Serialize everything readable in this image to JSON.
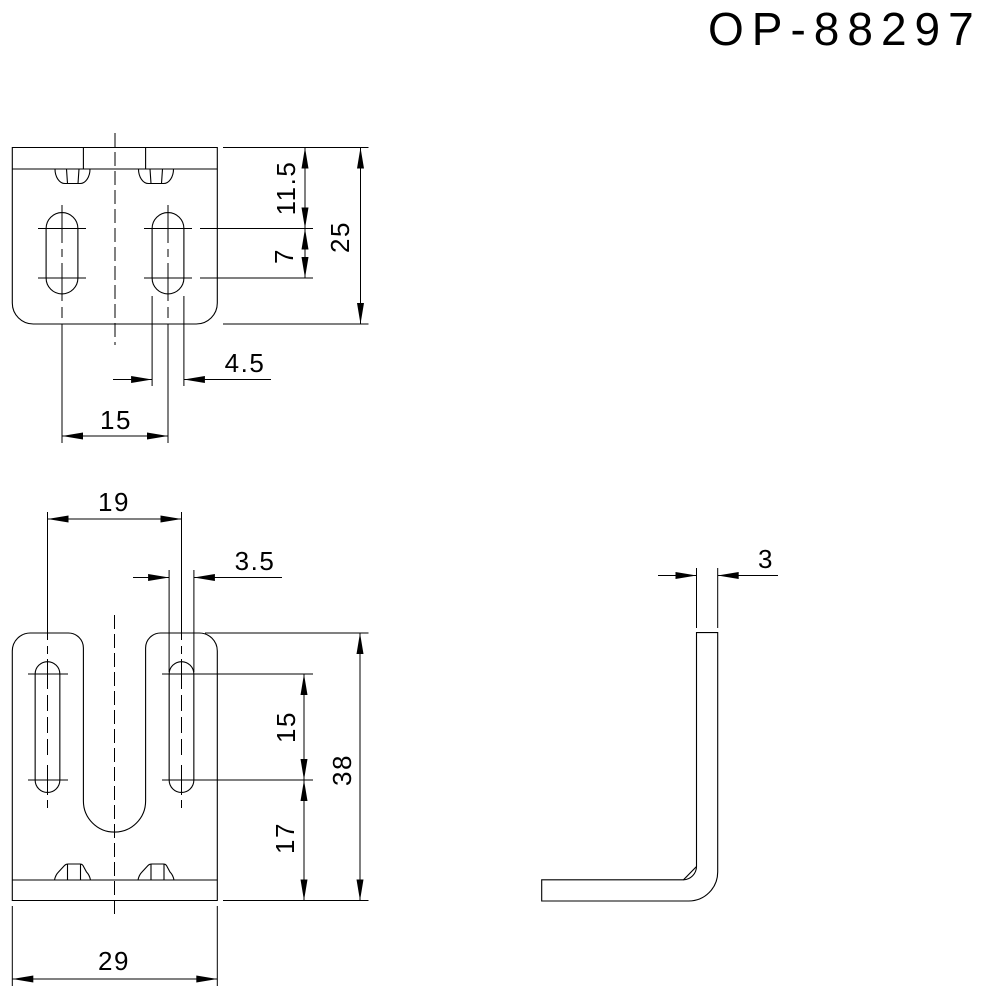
{
  "part_number": "OP-88297",
  "top_view": {
    "dim_slot_top_offset": "11.5",
    "dim_slot_arc_spacing": "7",
    "dim_depth": "25",
    "dim_slot_width": "4.5",
    "dim_slot_pitch": "15"
  },
  "front_view": {
    "dim_slot_pitch": "19",
    "dim_slot_width": "3.5",
    "dim_slot_length": "15",
    "dim_bottom_offset": "17",
    "dim_height": "38",
    "dim_width": "29"
  },
  "side_view": {
    "dim_thickness": "3"
  }
}
